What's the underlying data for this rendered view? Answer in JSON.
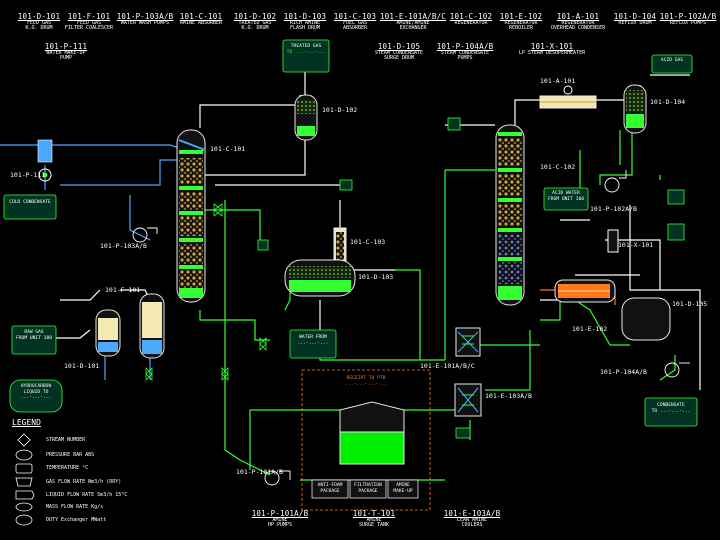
{
  "header_top": [
    {
      "tag": "101-D-101",
      "desc": "FEED GAS\nK.O. DRUM"
    },
    {
      "tag": "101-F-101",
      "desc": "FEED GAS\nFILTER COALESCER"
    },
    {
      "tag": "101-P-103A/B",
      "desc": "WATER WASH PUMPS"
    },
    {
      "tag": "101-C-101",
      "desc": "AMINE ABSORBER"
    },
    {
      "tag": "101-D-102",
      "desc": "TREATED GAS\nK.O. DRUM"
    },
    {
      "tag": "101-D-103",
      "desc": "RICH AMINE\nFLASH DRUM"
    },
    {
      "tag": "101-C-103",
      "desc": "FUEL GAS\nABSORBER"
    },
    {
      "tag": "101-E-101A/B/C",
      "desc": "AMINE/AMINE\nEXCHANGER"
    },
    {
      "tag": "101-C-102",
      "desc": "REGENERATOR"
    },
    {
      "tag": "101-E-102",
      "desc": "REGENERATOR\nREBOILER"
    },
    {
      "tag": "101-A-101",
      "desc": "REGENERATOR\nOVERHEAD CONDENSER"
    },
    {
      "tag": "101-D-104",
      "desc": "REFLUX DRUM"
    },
    {
      "tag": "101-P-102A/B",
      "desc": "REFLUX PUMPS"
    }
  ],
  "header_second": [
    {
      "tag": "101-P-111",
      "desc": "WATER MAKE-UP\nPUMP"
    },
    {
      "tag": "101-D-105",
      "desc": "STEAM CONDENSATE\nSURGE DRUM"
    },
    {
      "tag": "101-P-104A/B",
      "desc": "STEAM CONDENSATE\nPUMPS"
    },
    {
      "tag": "101-X-101",
      "desc": "LP STEAM DESUPERHEATER"
    }
  ],
  "footer": [
    {
      "tag": "101-P-101A/B",
      "desc": "AMINE\nHP PUMPS"
    },
    {
      "tag": "101-T-101",
      "desc": "AMINE\nSURGE TANK"
    },
    {
      "tag": "101-E-103A/B",
      "desc": "LEAN AMINE\nCOOLERS"
    }
  ],
  "equipment_labels": {
    "c101": "101-C-101",
    "d102": "101-D-102",
    "p111": "101-P-111",
    "p103": "101-P-103A/B",
    "f101": "101-F-101",
    "d101": "101-D-101",
    "c103": "101-C-103",
    "d103": "101-D-103",
    "a101": "101-A-101",
    "d104": "101-D-104",
    "c102": "101-C-102",
    "p102": "101-P-102A/B",
    "x101": "101-X-101",
    "d105": "101-D-105",
    "e102": "101-E-102",
    "e101": "101-E-101A/B/C",
    "e103": "101-E-103A/B",
    "p104": "101-P-104A/B",
    "p101": "101-P-101A/B"
  },
  "boxes": {
    "treated_gas": "TREATED GAS",
    "treated_gas_sub": "TO ...-...-...",
    "cold_condensate": "COLD CONDENSATE",
    "raw_gas": "RAW GAS\nFROM UNIT 100",
    "hydrocarbon": "HYDROCARBON\nLIQUID TO\n...-...-...",
    "water_from": "WATER FROM\n...-...-...",
    "acid_gas": "ACID GAS",
    "acid_water": "ACID WATER\nFROM UNIT 100",
    "condensate_to": "CONDENSATE\nTO ...-...-...",
    "tank_note": "RECEIPT TO PTB\n...-...-...-...",
    "antifoam": "ANTI-FOAM\nPACKAGE",
    "filtration": "FILTRATION\nPACKAGE",
    "amine_makeup": "AMINE\nMAKE-UP"
  },
  "legend": {
    "title": "LEGEND",
    "items": [
      "STREAM NUMBER",
      "PRESSURE BAR ABS",
      "TEMPERATURE °C",
      "GAS FLOW RATE Nm3/h (DRY)",
      "LIQUID FLOW RATE Sm3/h 15°C",
      "MASS FLOW RATE Kg/s",
      "DUTY Exchanger MWatt"
    ]
  },
  "colors": {
    "background": "#000000",
    "liquid": "#33ff33",
    "gas": "#ffffff",
    "water": "#4aa8ff",
    "steam": "#ffffff",
    "hot": "#ff7a1a",
    "equipment": "#e8e8e8",
    "tank": "#00ee00",
    "packing": "#c8a040"
  }
}
